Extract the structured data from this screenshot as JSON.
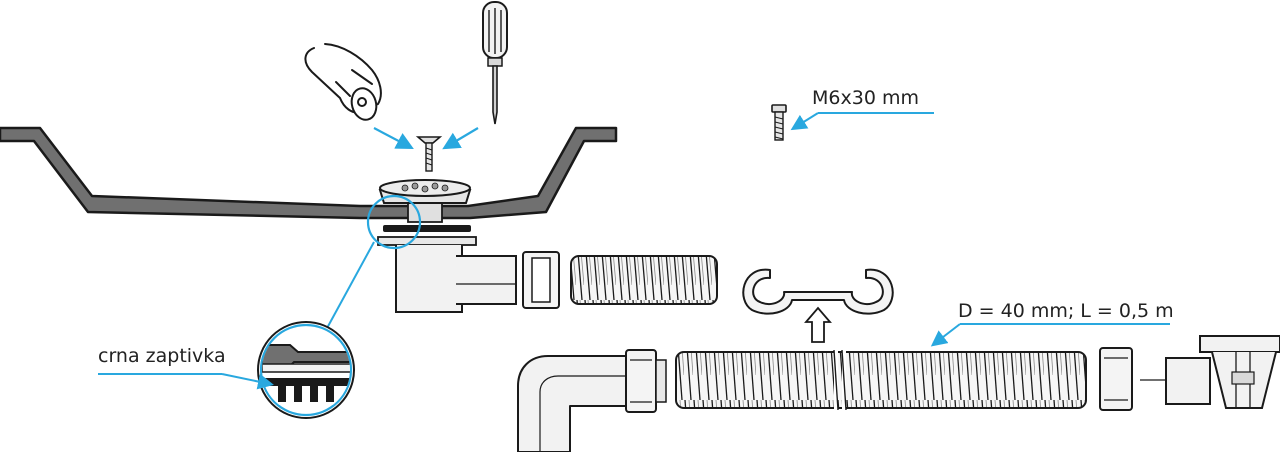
{
  "labels": {
    "gasket": "crna zaptivka",
    "screw": "M6x30 mm",
    "hose": "D = 40 mm; L = 0,5 m"
  },
  "colors": {
    "outline": "#1a1a1a",
    "sink_fill": "#707070",
    "part_fill": "#f2f2f2",
    "accent_arrow": "#29a8df"
  },
  "icons": [
    "hand-icon",
    "screwdriver-icon",
    "screw-icon",
    "arrow-icon"
  ]
}
